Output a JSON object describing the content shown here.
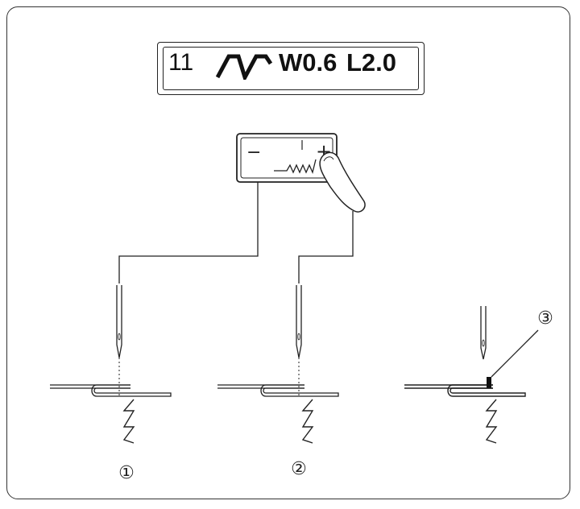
{
  "display": {
    "pattern_number": "11",
    "stitch_icon": "blind-hem-stitch-icon",
    "width": "W0.6",
    "length": "L2.0"
  },
  "adjust_key": {
    "minus": "−",
    "plus": "+",
    "icon": "blind-hem-adjust-icon"
  },
  "callouts": [
    "①",
    "②",
    "③"
  ]
}
